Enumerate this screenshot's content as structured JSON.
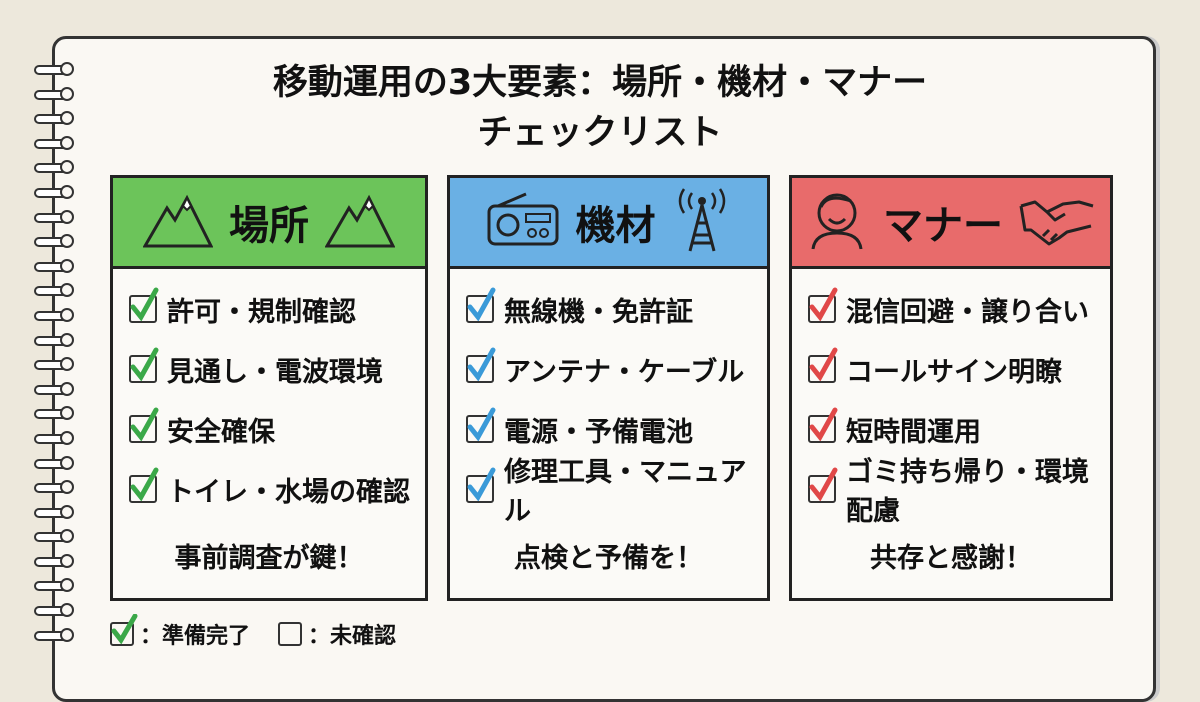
{
  "title": {
    "line1": "移動運用の3大要素：場所・機材・マナー",
    "line2": "チェックリスト"
  },
  "cards": [
    {
      "title": "場所",
      "color": "#6cc45a",
      "check_color": "#3aa848",
      "icons": [
        "mountain-icon",
        "mountain-icon"
      ],
      "items": [
        "許可・規制確認",
        "見通し・電波環境",
        "安全確保",
        "トイレ・水場の確認"
      ],
      "footer": "事前調査が鍵！"
    },
    {
      "title": "機材",
      "color": "#6ab0e4",
      "check_color": "#3a9ad8",
      "icons": [
        "radio-icon",
        "antenna-tower-icon"
      ],
      "items": [
        "無線機・免許証",
        "アンテナ・ケーブル",
        "電源・予備電池",
        "修理工具・マニュアル"
      ],
      "footer": "点検と予備を！"
    },
    {
      "title": "マナー",
      "color": "#e86b6b",
      "check_color": "#e04848",
      "icons": [
        "person-icon",
        "handshake-icon"
      ],
      "items": [
        "混信回避・譲り合い",
        "コールサイン明瞭",
        "短時間運用",
        "ゴミ持ち帰り・環境配慮"
      ],
      "footer": "共存と感謝！"
    }
  ],
  "legend": {
    "checked": "：準備完了",
    "unchecked": "：未確認"
  }
}
